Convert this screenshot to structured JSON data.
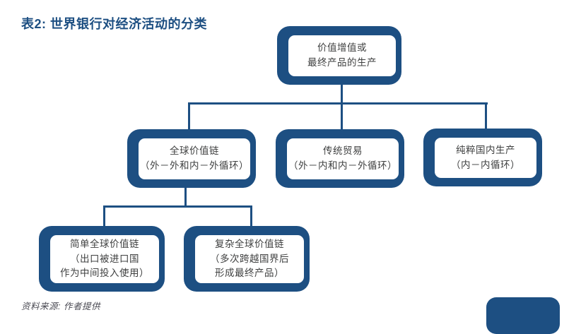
{
  "title": "表2: 世界银行对经济活动的分类",
  "source_note": "资料来源: 作者提供",
  "colors": {
    "navy": "#1d4f82",
    "box_fill": "#ffffff",
    "box_text": "#3f4040",
    "source_text": "#4c4c55"
  },
  "nodes": {
    "root": {
      "lines": [
        "价值增值或",
        "最终产品的生产"
      ]
    },
    "gvc": {
      "lines": [
        "全球价值链",
        "（外－外和内－外循环）"
      ]
    },
    "traditional": {
      "lines": [
        "传统贸易",
        "（外－内和内－外循环）"
      ]
    },
    "domestic": {
      "lines": [
        "纯粹国内生产",
        "（内－内循环）"
      ]
    },
    "simple_gvc": {
      "lines": [
        "简单全球价值链",
        "（出口被进口国",
        "作为中间投入使用）"
      ]
    },
    "complex_gvc": {
      "lines": [
        "复杂全球价值链",
        "（多次跨越国界后",
        "形成最终产品）"
      ]
    }
  }
}
